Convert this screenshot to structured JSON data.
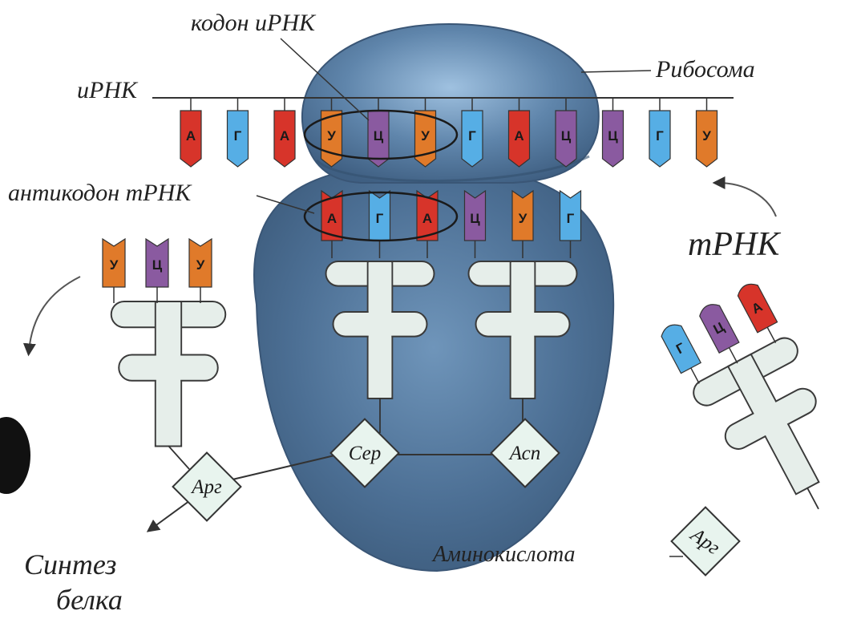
{
  "labels": {
    "mrna_codon": "кодон иРНК",
    "mrna": "иРНК",
    "ribosome": "Рибосома",
    "trna_anticodon": "антикодон тРНК",
    "trna": "тРНК",
    "amino_acid": "Аминокислота",
    "protein_synthesis_line1": "Синтез",
    "protein_synthesis_line2": "белка"
  },
  "mrna_sequence": [
    "А",
    "Г",
    "А",
    "У",
    "Ц",
    "У",
    "Г",
    "А",
    "Ц",
    "Ц",
    "Г",
    "У"
  ],
  "anticodons_in_ribosome": [
    "А",
    "Г",
    "А",
    "Ц",
    "У",
    "Г"
  ],
  "leaving_trna_anticodon": [
    "У",
    "Ц",
    "У"
  ],
  "arriving_trna_anticodon": [
    "Г",
    "Ц",
    "А"
  ],
  "amino_acids": {
    "ribosome_site_1": "Сер",
    "ribosome_site_2": "Асп",
    "released": "Арг",
    "arriving": "Арг"
  },
  "nucleotide_colors": {
    "А": "#d7342a",
    "Г": "#56aee5",
    "Ц": "#8a5aa0",
    "У": "#e07a2a"
  },
  "colors": {
    "ribosome": "#4d6f92",
    "trna_body": "#e6eeea",
    "outline": "#3a3a3a"
  }
}
